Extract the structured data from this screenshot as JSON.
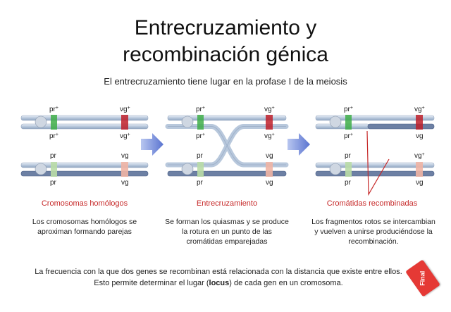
{
  "title_line1": "Entrecruzamiento y",
  "title_line2": "recombinación génica",
  "subtitle": "El entrecruzamiento tiene lugar en la profase I de la meiosis",
  "labels": {
    "pr_plus": "pr",
    "vg_plus": "vg",
    "plus_sign": "+",
    "pr": "pr",
    "vg": "vg"
  },
  "panels": [
    {
      "caption": "Cromosomas homólogos",
      "description": "Los cromosomas homólogos se aproximan formando parejas"
    },
    {
      "caption": "Entrecruzamiento",
      "description": "Se forman los quiasmas y se produce la rotura en un punto de las cromátidas emparejadas"
    },
    {
      "caption": "Cromátidas recombinadas",
      "description": "Los fragmentos rotos se intercambian y vuelven a unirse produciéndose la recombinación."
    }
  ],
  "footer": {
    "part1": "La frecuencia con la que dos genes se recombinan está relacionada con la distancia que existe entre ellos. Esto permite determinar el lugar (",
    "bold": "locus",
    "part2": ") de cada gen en un cromosoma."
  },
  "badge": "Final",
  "colors": {
    "chromatid_light": "#c9d6e6",
    "chromatid_dark": "#4a5f86",
    "band_green": "#3fae49",
    "band_light_green": "#b9dba6",
    "band_red": "#c0202a",
    "band_light_red": "#f0b4a4",
    "arrow_blue": "#6f86d6",
    "caption_red": "#c62828"
  }
}
